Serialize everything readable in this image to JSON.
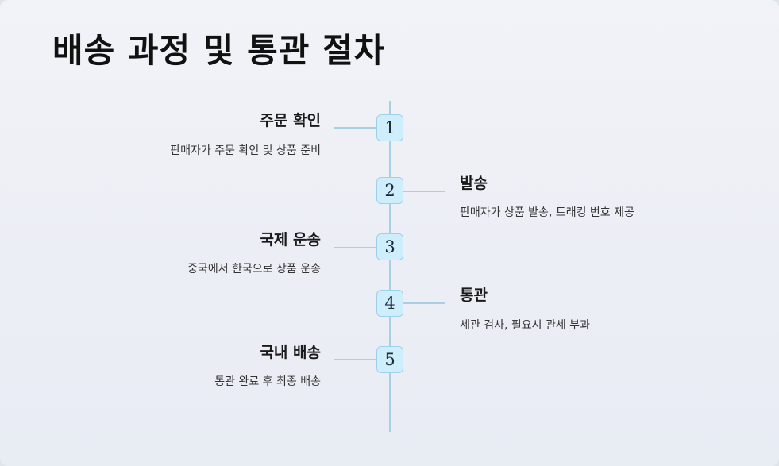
{
  "title": "배송 과정 및 통관 절차",
  "steps": [
    {
      "number": "1",
      "title": "주문 확인",
      "desc": "판매자가 주문 확인 및 상품 준비"
    },
    {
      "number": "2",
      "title": "발송",
      "desc": "판매자가 상품 발송, 트래킹 번호 제공"
    },
    {
      "number": "3",
      "title": "국제 운송",
      "desc": "중국에서 한국으로 상품 운송"
    },
    {
      "number": "4",
      "title": "통관",
      "desc": "세관 검사, 필요시 관세 부과"
    },
    {
      "number": "5",
      "title": "국내 배송",
      "desc": "통관 완료 후 최종 배송"
    }
  ],
  "colors": {
    "line": "#a9cfe3",
    "badge_fill": "#cfeefc",
    "badge_border": "#9fd0ea"
  }
}
